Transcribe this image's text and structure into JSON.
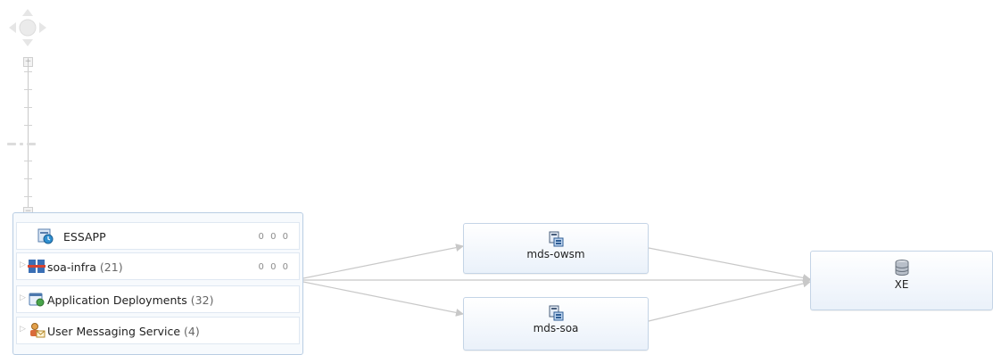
{
  "zoom_control": {
    "zoom_in_symbol": "+",
    "zoom_out_symbol": "−"
  },
  "panel": {
    "rows": [
      {
        "label": "ESSAPP",
        "count": "",
        "status": "0 0 0",
        "icon": "scheduler-app-icon",
        "expandable": false
      },
      {
        "label": "soa-infra",
        "count": "(21)",
        "status": "0 0 0",
        "icon": "soa-composite-icon",
        "expandable": true
      },
      {
        "label": "Application Deployments",
        "count": "(32)",
        "status": "",
        "icon": "app-deployment-icon",
        "expandable": true
      },
      {
        "label": "User Messaging Service",
        "count": "(4)",
        "status": "",
        "icon": "messaging-service-icon",
        "expandable": true
      }
    ]
  },
  "nodes": {
    "mds_owsm": {
      "label": "mds-owsm",
      "icon": "datasource-icon"
    },
    "mds_soa": {
      "label": "mds-soa",
      "icon": "datasource-icon"
    },
    "xe": {
      "label": "XE",
      "icon": "database-icon"
    }
  },
  "colors": {
    "edge": "#c8c8c8",
    "panel_border": "#b9cde3",
    "node_border": "#c4d4e6"
  }
}
